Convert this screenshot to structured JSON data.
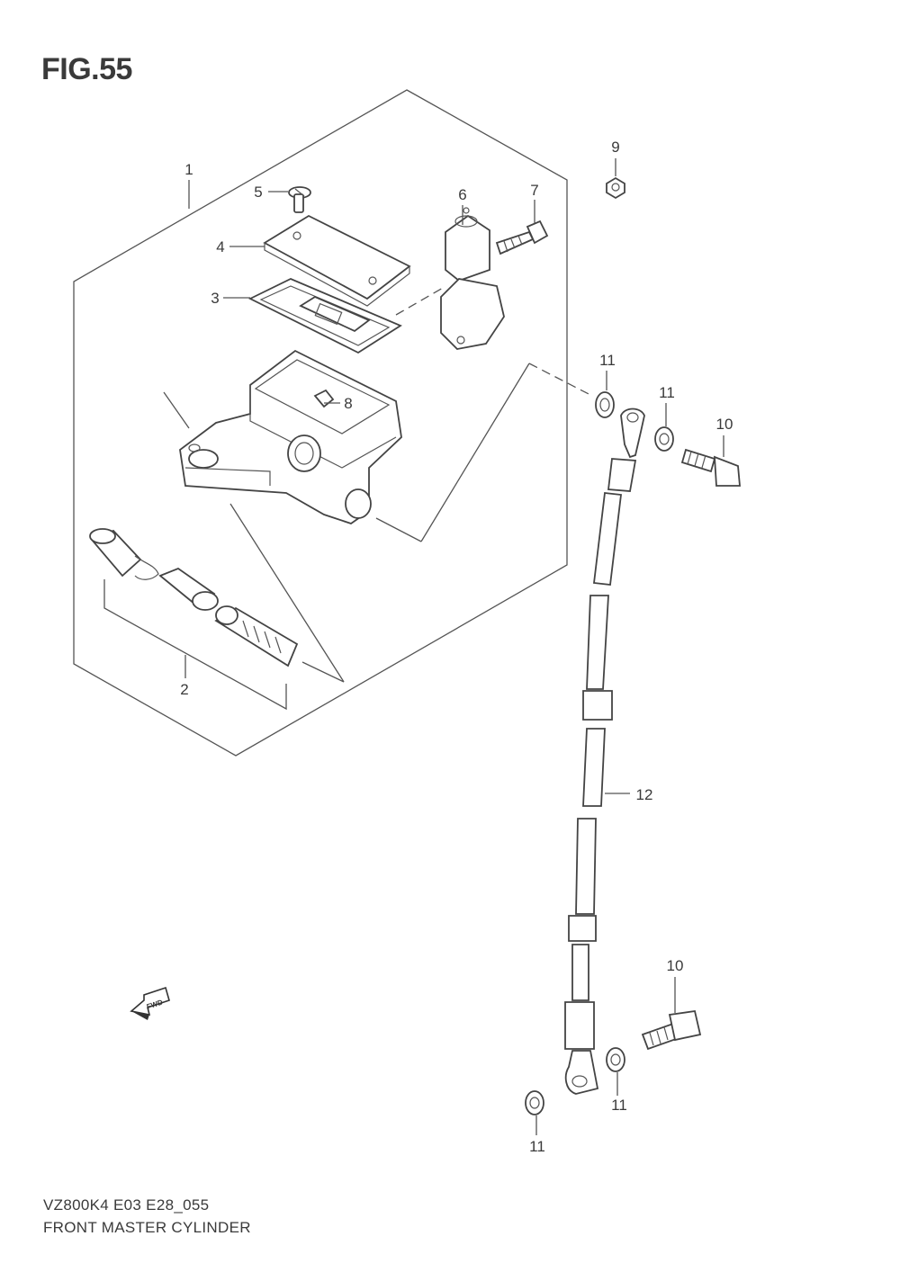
{
  "figure": {
    "title": "FIG.55"
  },
  "callouts": [
    {
      "id": "1",
      "label": "1"
    },
    {
      "id": "2",
      "label": "2"
    },
    {
      "id": "3",
      "label": "3"
    },
    {
      "id": "4",
      "label": "4"
    },
    {
      "id": "5",
      "label": "5"
    },
    {
      "id": "6",
      "label": "6"
    },
    {
      "id": "7",
      "label": "7"
    },
    {
      "id": "8",
      "label": "8"
    },
    {
      "id": "9",
      "label": "9"
    },
    {
      "id": "10a",
      "label": "10"
    },
    {
      "id": "10b",
      "label": "10"
    },
    {
      "id": "11a",
      "label": "11"
    },
    {
      "id": "11b",
      "label": "11"
    },
    {
      "id": "11c",
      "label": "11"
    },
    {
      "id": "11d",
      "label": "11"
    },
    {
      "id": "12",
      "label": "12"
    }
  ],
  "direction_marker": {
    "text": "FWD",
    "icon": "forward-arrow-icon"
  },
  "footer": {
    "model_code": "VZ800K4 E03 E28_055",
    "section_name": "FRONT MASTER CYLINDER"
  }
}
